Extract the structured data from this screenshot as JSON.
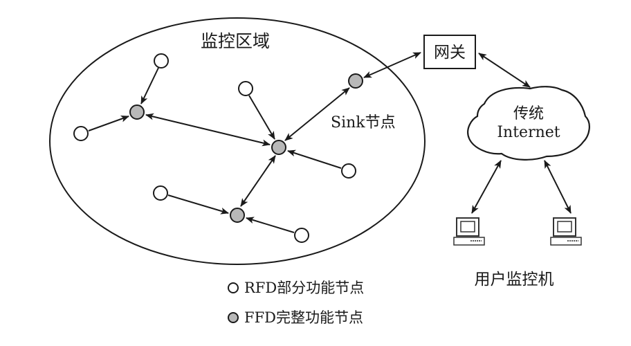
{
  "title": "无线传感器网络结构示意图",
  "region": {
    "label": "监控区域"
  },
  "sink": {
    "label": "Sink节点"
  },
  "gateway": {
    "label": "网关"
  },
  "internet": {
    "line1": "传统",
    "line2": "Internet"
  },
  "users": {
    "label": "用户监控机",
    "count": 2
  },
  "legend": [
    {
      "type": "RFD",
      "label": "RFD部分功能节点",
      "fill": "#ffffff"
    },
    {
      "type": "FFD",
      "label": "FFD完整功能节点",
      "fill": "#b8b8b8"
    }
  ],
  "colors": {
    "ffd_fill": "#b8b8b8",
    "rfd_fill": "#ffffff",
    "stroke": "#1a1a1a"
  },
  "nodes": [
    {
      "id": "ffd-left",
      "type": "FFD"
    },
    {
      "id": "ffd-center",
      "type": "FFD"
    },
    {
      "id": "ffd-bottom",
      "type": "FFD"
    },
    {
      "id": "ffd-sink",
      "type": "FFD"
    },
    {
      "id": "rfd-1",
      "type": "RFD"
    },
    {
      "id": "rfd-2",
      "type": "RFD"
    },
    {
      "id": "rfd-3",
      "type": "RFD"
    },
    {
      "id": "rfd-4",
      "type": "RFD"
    },
    {
      "id": "rfd-5",
      "type": "RFD"
    },
    {
      "id": "rfd-6",
      "type": "RFD"
    }
  ],
  "links": [
    {
      "from": "rfd-1",
      "to": "ffd-left",
      "direction": "one-way"
    },
    {
      "from": "rfd-2",
      "to": "ffd-left",
      "direction": "one-way"
    },
    {
      "from": "ffd-left",
      "to": "ffd-center",
      "direction": "two-way"
    },
    {
      "from": "rfd-3",
      "to": "ffd-center",
      "direction": "one-way"
    },
    {
      "from": "rfd-4",
      "to": "ffd-center",
      "direction": "one-way"
    },
    {
      "from": "ffd-center",
      "to": "ffd-sink",
      "direction": "two-way"
    },
    {
      "from": "ffd-center",
      "to": "ffd-bottom",
      "direction": "two-way"
    },
    {
      "from": "rfd-5",
      "to": "ffd-bottom",
      "direction": "one-way"
    },
    {
      "from": "rfd-6",
      "to": "ffd-bottom",
      "direction": "one-way"
    },
    {
      "from": "ffd-sink",
      "to": "gateway",
      "direction": "two-way"
    },
    {
      "from": "gateway",
      "to": "internet",
      "direction": "two-way"
    },
    {
      "from": "internet",
      "to": "user-pc-1",
      "direction": "two-way"
    },
    {
      "from": "internet",
      "to": "user-pc-2",
      "direction": "two-way"
    }
  ]
}
